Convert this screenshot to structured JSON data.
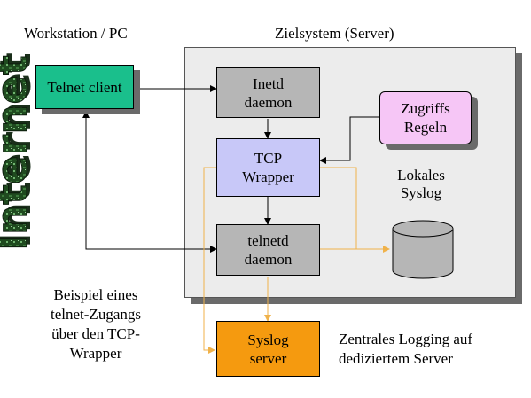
{
  "headers": {
    "workstation": "Workstation / PC",
    "server": "Zielsystem (Server)"
  },
  "nodes": {
    "telnet_client": "Telnet client",
    "inetd": [
      "Inetd",
      "daemon"
    ],
    "zugriffs": [
      "Zugriffs",
      "Regeln"
    ],
    "tcp_wrapper": [
      "TCP",
      "Wrapper"
    ],
    "lokales_syslog": [
      "Lokales",
      "Syslog"
    ],
    "telnetd": [
      "telnetd",
      "daemon"
    ],
    "syslog_server": [
      "Syslog",
      "server"
    ]
  },
  "internet_label": "Internet",
  "captions": {
    "left": [
      "Beispiel eines",
      "telnet-Zugangs",
      "über den TCP-",
      "Wrapper"
    ],
    "bottom_right": [
      "Zentrales Logging auf",
      "dediziertem Server"
    ]
  },
  "colors": {
    "telnet_client": "#1abf8c",
    "inetd": "#b6b6b6",
    "zugriffs": "#f6c6f6",
    "tcp_wrapper": "#c8c8f8",
    "telnetd": "#b6b6b6",
    "syslog_server": "#f59a0f",
    "server_area": "#ececec",
    "log_line": "#f0b24a"
  }
}
